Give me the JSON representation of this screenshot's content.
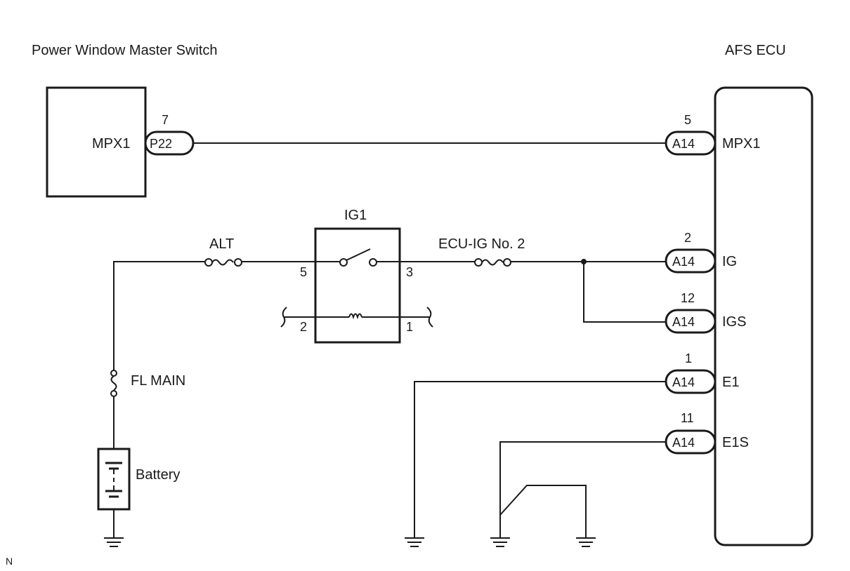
{
  "components": {
    "master_switch_title": "Power Window Master Switch",
    "ecu_title": "AFS ECU",
    "relay_label": "IG1",
    "alt_fuse_label": "ALT",
    "ecu_ig_fuse_label": "ECU-IG No. 2",
    "fl_main_label": "FL MAIN",
    "battery_label": "Battery",
    "footer_mark": "N"
  },
  "master_switch": {
    "signal": "MPX1",
    "pin": "7",
    "connector": "P22"
  },
  "relay_pins": [
    "5",
    "3",
    "2",
    "1"
  ],
  "ecu_pins": [
    {
      "pin": "5",
      "connector": "A14",
      "signal": "MPX1"
    },
    {
      "pin": "2",
      "connector": "A14",
      "signal": "IG"
    },
    {
      "pin": "12",
      "connector": "A14",
      "signal": "IGS"
    },
    {
      "pin": "1",
      "connector": "A14",
      "signal": "E1"
    },
    {
      "pin": "11",
      "connector": "A14",
      "signal": "E1S"
    }
  ]
}
